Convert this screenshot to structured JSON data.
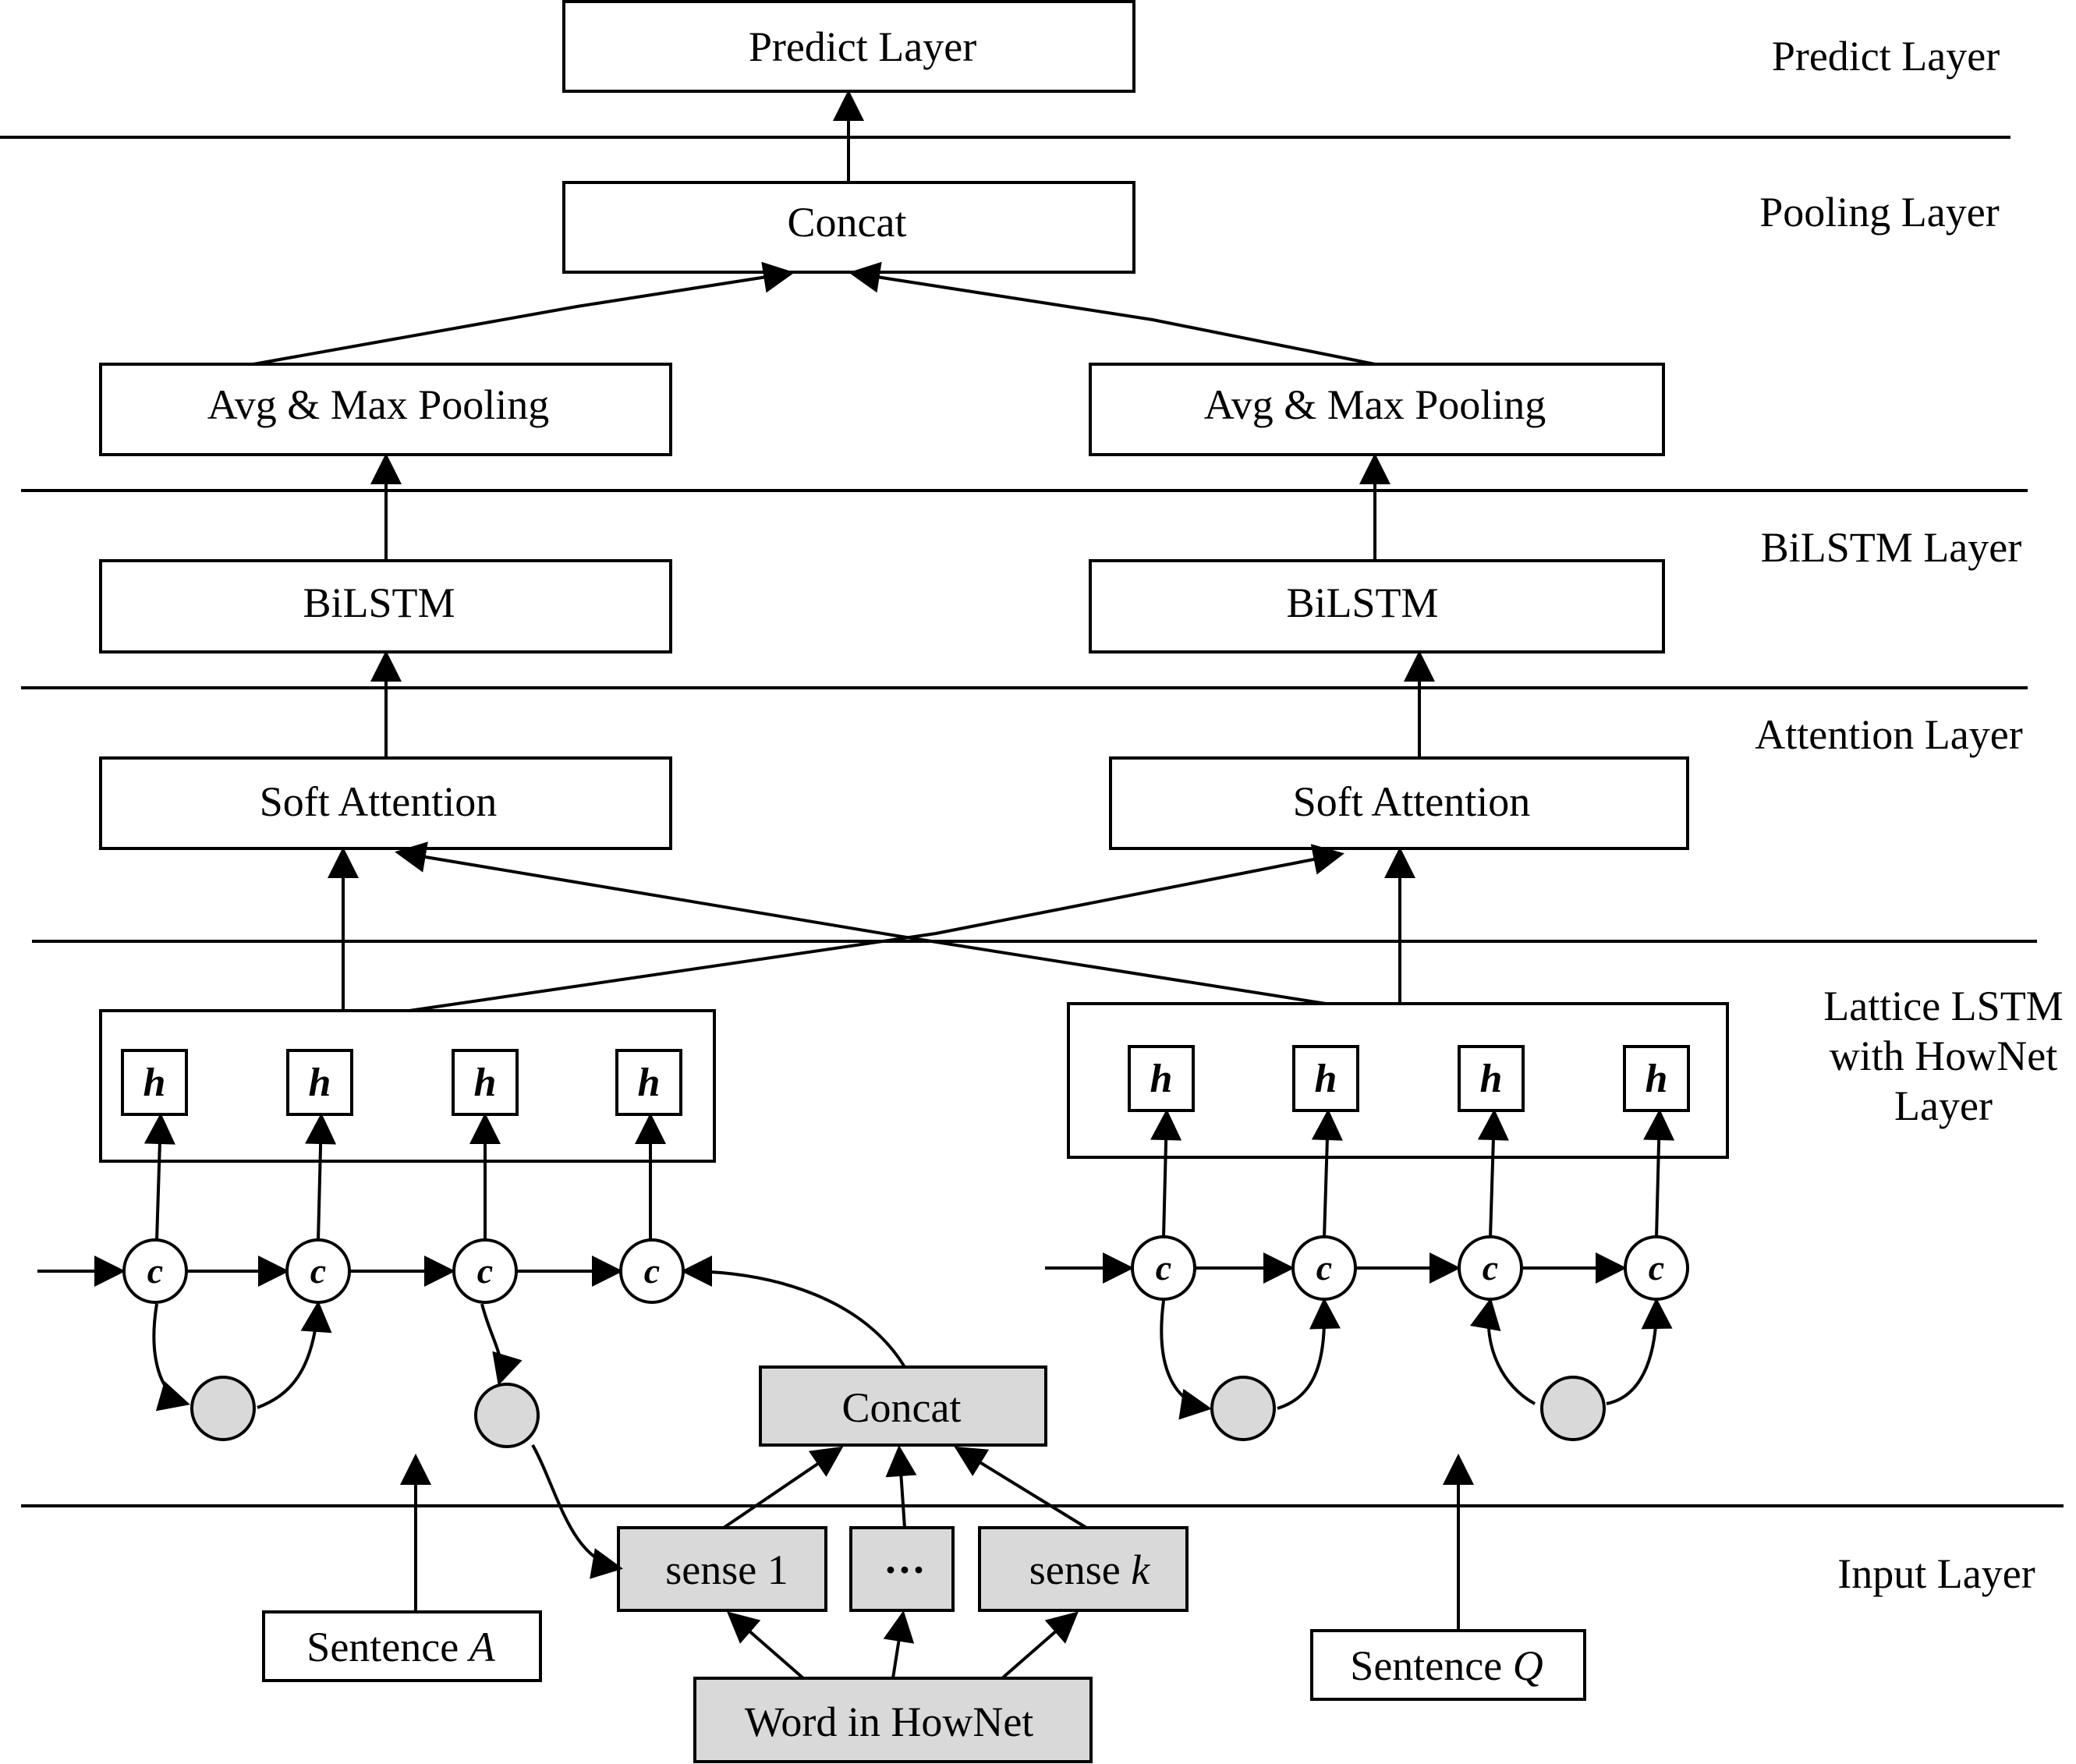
{
  "layers": {
    "predict": "Predict Layer",
    "pooling": "Pooling Layer",
    "bilstm": "BiLSTM Layer",
    "attention": "Attention Layer",
    "lattice_line1": "Lattice LSTM",
    "lattice_line2": "with HowNet",
    "lattice_line3": "Layer",
    "input": "Input Layer"
  },
  "boxes": {
    "predict": "Predict Layer",
    "concat_top": "Concat",
    "pool_left": "Avg & Max Pooling",
    "pool_right": "Avg & Max Pooling",
    "bilstm_left": "BiLSTM",
    "bilstm_right": "BiLSTM",
    "att_left": "Soft Attention",
    "att_right": "Soft Attention",
    "concat_bottom": "Concat",
    "sense1": "sense 1",
    "ellipsis": "···",
    "sensek_word": "sense",
    "sensek_var": "k",
    "word_hownet": "Word in HowNet",
    "sentence_a_word": "Sentence",
    "sentence_a_var": "A",
    "sentence_q_word": "Sentence",
    "sentence_q_var": "Q"
  },
  "cell_symbols": {
    "hidden": "h",
    "cell": "c"
  }
}
